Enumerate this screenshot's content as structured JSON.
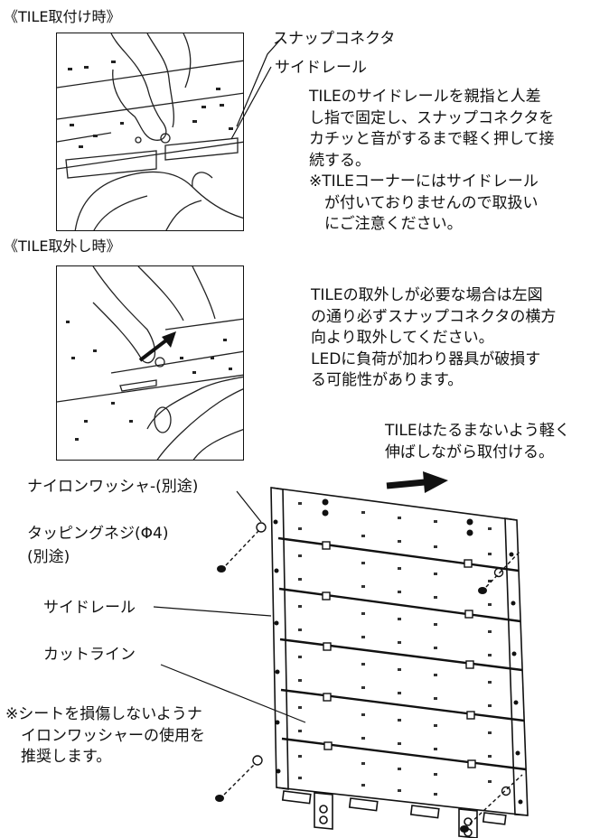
{
  "install": {
    "heading": "《TILE取付け時》",
    "label_snap": "スナップコネクタ",
    "label_side_rail": "サイドレール",
    "instructions": [
      "TILEのサイドレールを親指と人差",
      "し指で固定し、スナップコネクタを",
      "カチッと音がするまで軽く押して接",
      "続する。"
    ],
    "note": [
      "※TILEコーナーにはサイドレール",
      "が付いておりませんので取扱い",
      "にご注意ください。"
    ]
  },
  "remove": {
    "heading": "《TILE取外し時》",
    "instructions": [
      "TILEの取外しが必要な場合は左図",
      "の通り必ずスナップコネクタの横方",
      "向より取外してください。",
      "LEDに負荷が加わり器具が破損す",
      "る可能性があります。"
    ]
  },
  "assembly": {
    "stretch_note": [
      "TILEはたるまないよう軽く",
      "伸ばしながら取付ける。"
    ],
    "label_washer": "ナイロンワッシャ-(別途)",
    "label_screw": [
      "タッピングネジ(Φ4)",
      "(別途)"
    ],
    "label_side_rail": "サイドレール",
    "label_cut_line": "カットライン",
    "caution": [
      "※シートを損傷しないようナ",
      "イロンワッシャーの使用を",
      "推奨します。"
    ]
  }
}
